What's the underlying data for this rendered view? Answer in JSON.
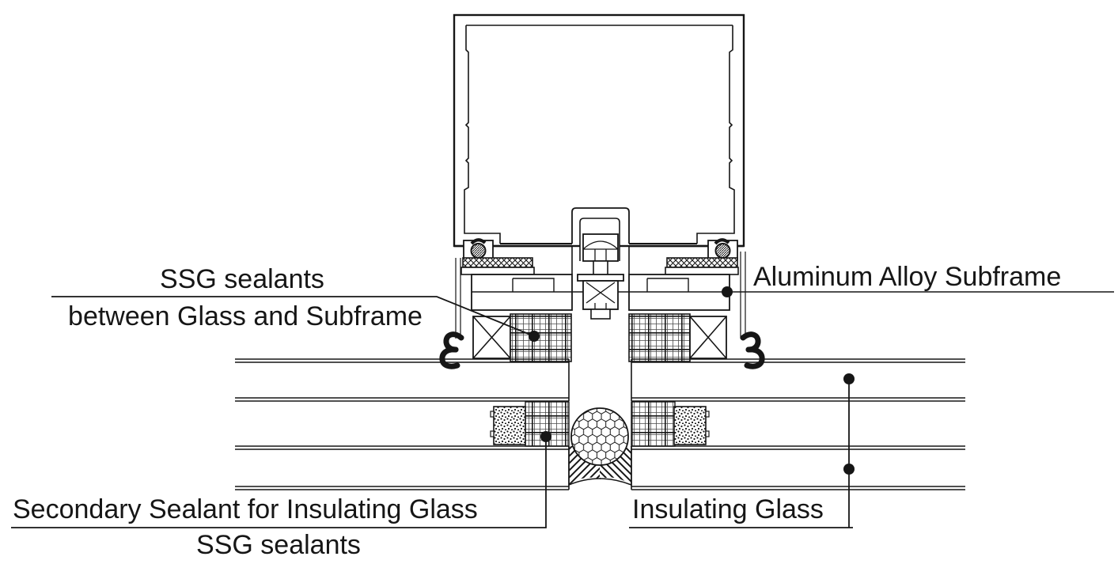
{
  "figure": {
    "type": "technical-section-detail",
    "subject": "Structural silicone glazing (SSG) curtain wall mullion joint, vertical section",
    "background_color": "#ffffff",
    "line_color": "#161616"
  },
  "callouts": {
    "ssg_glass_subframe": {
      "line1": "SSG sealants",
      "line2": "between Glass and Subframe"
    },
    "aluminum_alloy_subframe": {
      "label": "Aluminum Alloy Subframe"
    },
    "secondary_sealant": {
      "label": "Secondary Sealant for Insulating Glass"
    },
    "ssg_sealants_joint": {
      "label": "SSG sealants"
    },
    "insulating_glass": {
      "label": "Insulating Glass"
    }
  },
  "parts": [
    "aluminum-mullion-profile",
    "hex-bolt-fastener",
    "thermal-break-strips",
    "aluminum-alloy-subframe",
    "ssg-sealant-blocks",
    "epdm-gaskets",
    "insulating-glass-unit-left",
    "insulating-glass-unit-right",
    "igu-spacer-bars",
    "secondary-sealant-beads",
    "backer-rod",
    "joint-weather-sealant"
  ]
}
